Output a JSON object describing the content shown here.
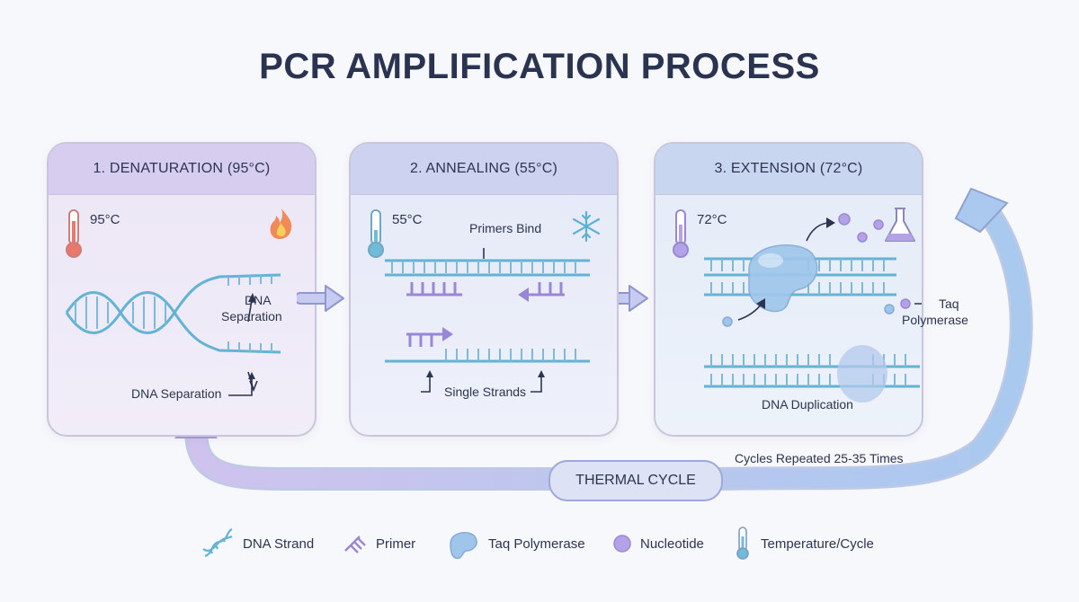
{
  "title": "PCR AMPLIFICATION PROCESS",
  "steps": [
    {
      "heading": "1. DENATURATION (95°C)",
      "temperature": "95°C",
      "labels": {
        "separation_line1": "DNA",
        "separation_line2": "Separation",
        "bottom": "DNA Separation"
      },
      "icon": "flame-icon"
    },
    {
      "heading": "2. ANNEALING (55°C)",
      "temperature": "55°C",
      "labels": {
        "top": "Primers Bind",
        "bottom": "Single Strands"
      },
      "icon": "snowflake-icon"
    },
    {
      "heading": "3. EXTENSION (72°C)",
      "temperature": "72°C",
      "labels": {
        "enzyme_line1": "Taq",
        "enzyme_line2": "Polymerase",
        "bottom": "DNA Duplication"
      },
      "icon": "flask-icon"
    }
  ],
  "cycle": {
    "label": "THERMAL CYCLE",
    "note": "Cycles Repeated 25-35 Times"
  },
  "legend": [
    {
      "label": "DNA Strand",
      "icon": "dna-helix-icon"
    },
    {
      "label": "Primer",
      "icon": "primer-icon"
    },
    {
      "label": "Taq Polymerase",
      "icon": "polymerase-icon"
    },
    {
      "label": "Nucleotide",
      "icon": "nucleotide-icon"
    },
    {
      "label": "Temperature/Cycle",
      "icon": "thermometer-icon"
    }
  ],
  "colors": {
    "strand": "#63b3d4",
    "primer": "#9a86d6",
    "polymerase": "#8fb7e8",
    "nucleotide": "#b3a3e6",
    "hot": "#e9776b",
    "cold": "#6fbcd8",
    "arrow": "#b9bde8"
  }
}
